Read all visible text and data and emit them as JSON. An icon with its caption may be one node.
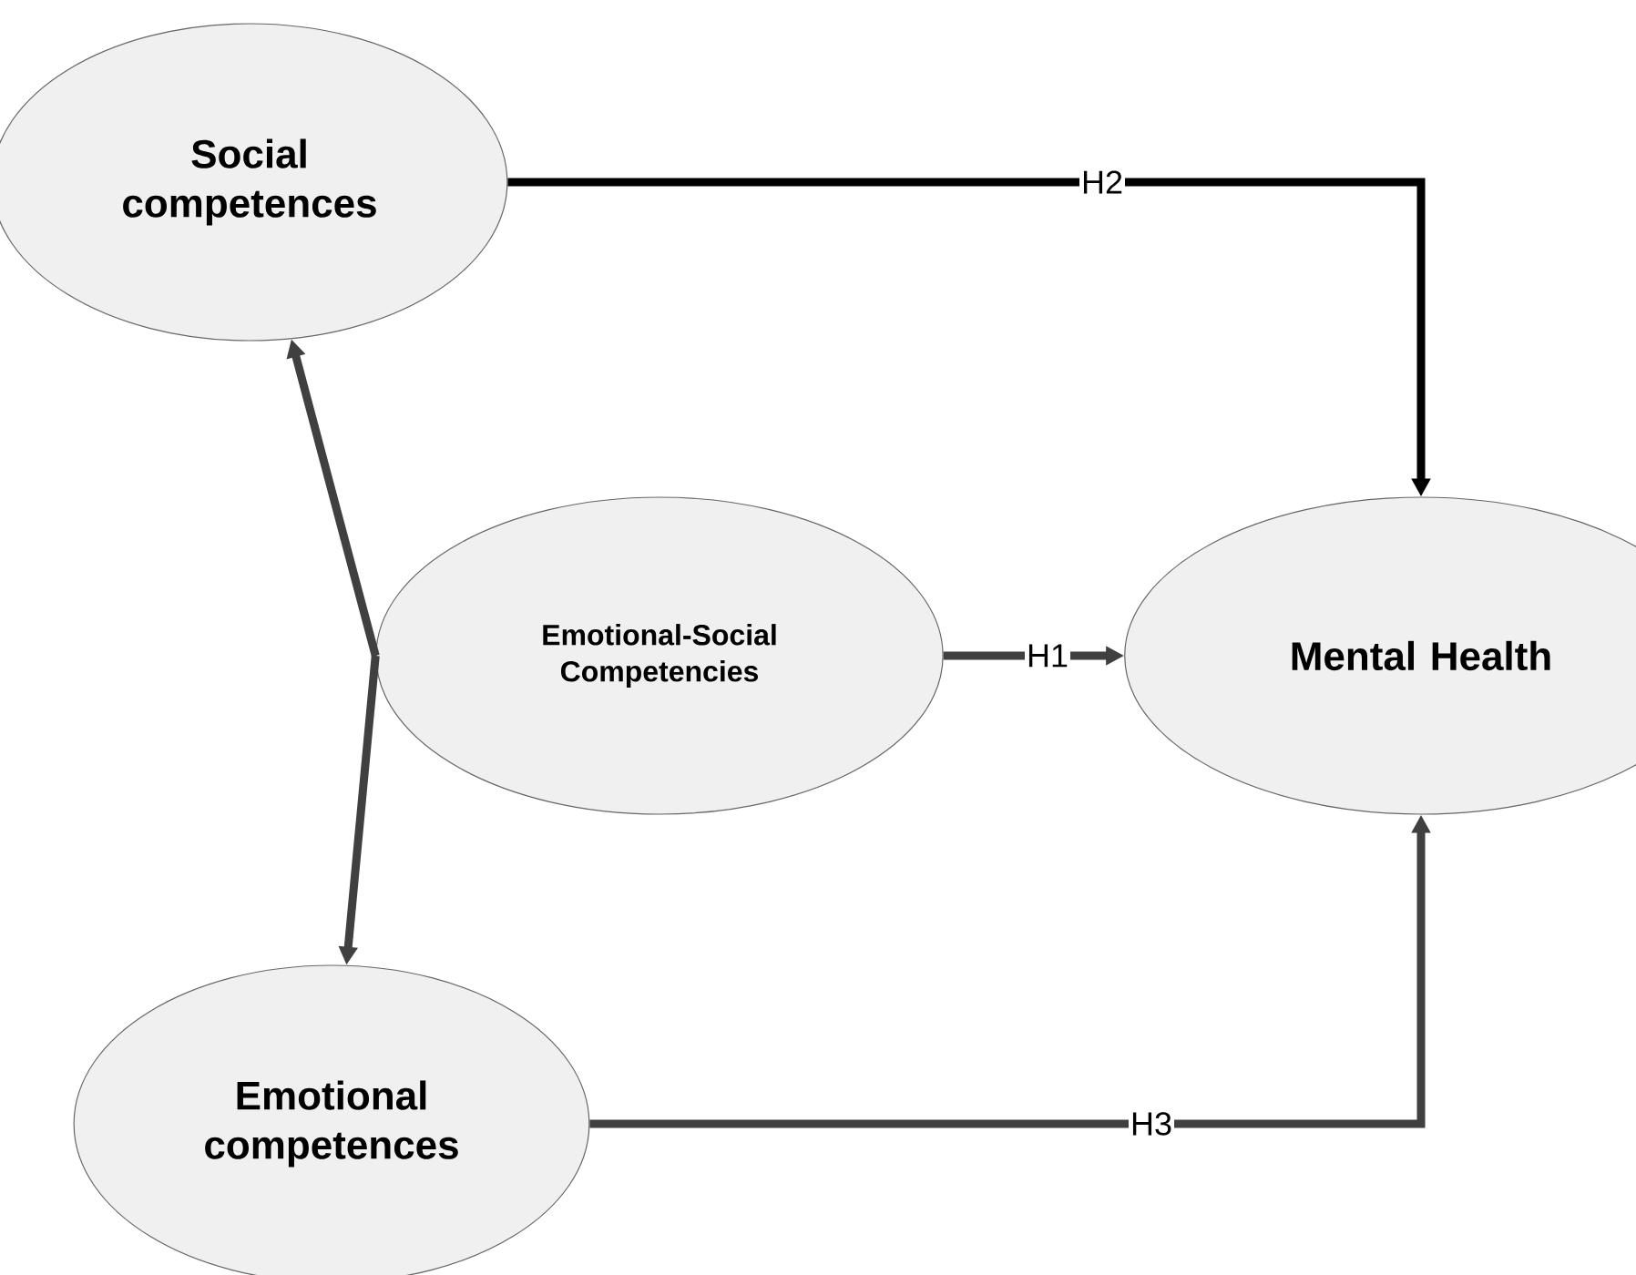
{
  "diagram": {
    "nodes": [
      {
        "text": [
          "Social competences"
        ]
      },
      {
        "text": [
          "Emotional-Social Competencies"
        ]
      },
      {
        "text": [
          "Mental Health"
        ]
      },
      {
        "text": [
          "Emotional competences"
        ]
      }
    ],
    "edges": [
      {
        "from": 1,
        "to": 0,
        "arrow": "to"
      },
      {
        "from": 1,
        "to": 3,
        "arrow": "to"
      },
      {
        "from": 1,
        "to": 2,
        "arrow": "to",
        "label": "H1"
      },
      {
        "from": 0,
        "to": 2,
        "arrow": "to",
        "label": "H2",
        "color": "#000000"
      },
      {
        "from": 3,
        "to": 2,
        "arrow": "to",
        "label": "H3"
      }
    ]
  }
}
